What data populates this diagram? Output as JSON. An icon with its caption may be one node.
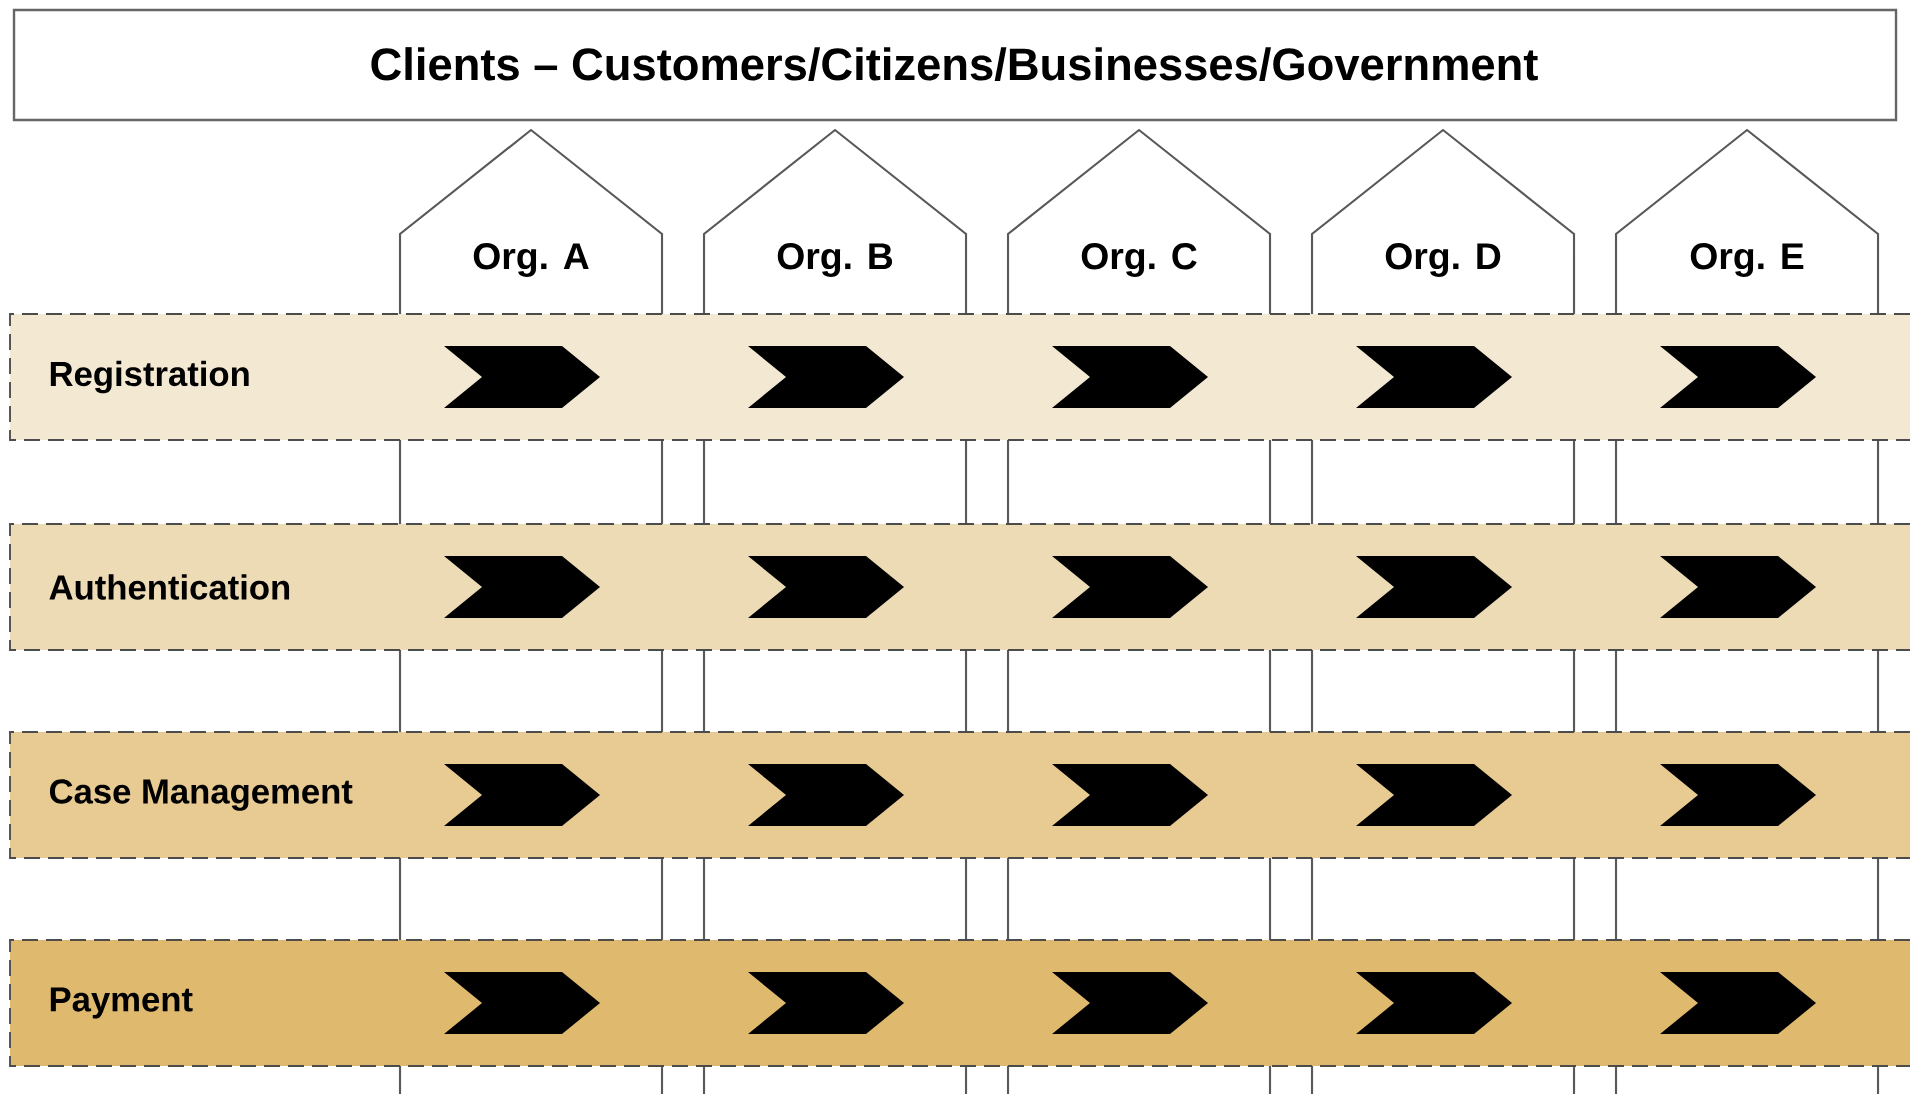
{
  "diagram": {
    "nodes": [
      {
        "text": [
          "Clients – Customers/Citizens/Businesses/Government"
        ]
      },
      {
        "text": [
          "Org. A"
        ]
      },
      {
        "text": [
          "Org. B"
        ]
      },
      {
        "text": [
          "Org. C"
        ]
      },
      {
        "text": [
          "Org. D"
        ]
      },
      {
        "text": [
          "Org. E"
        ]
      },
      {
        "text": [
          "Registration"
        ]
      },
      {
        "text": [
          "Authentication"
        ]
      },
      {
        "text": [
          "Case Management"
        ]
      },
      {
        "text": [
          "Payment"
        ]
      }
    ],
    "edges": []
  }
}
